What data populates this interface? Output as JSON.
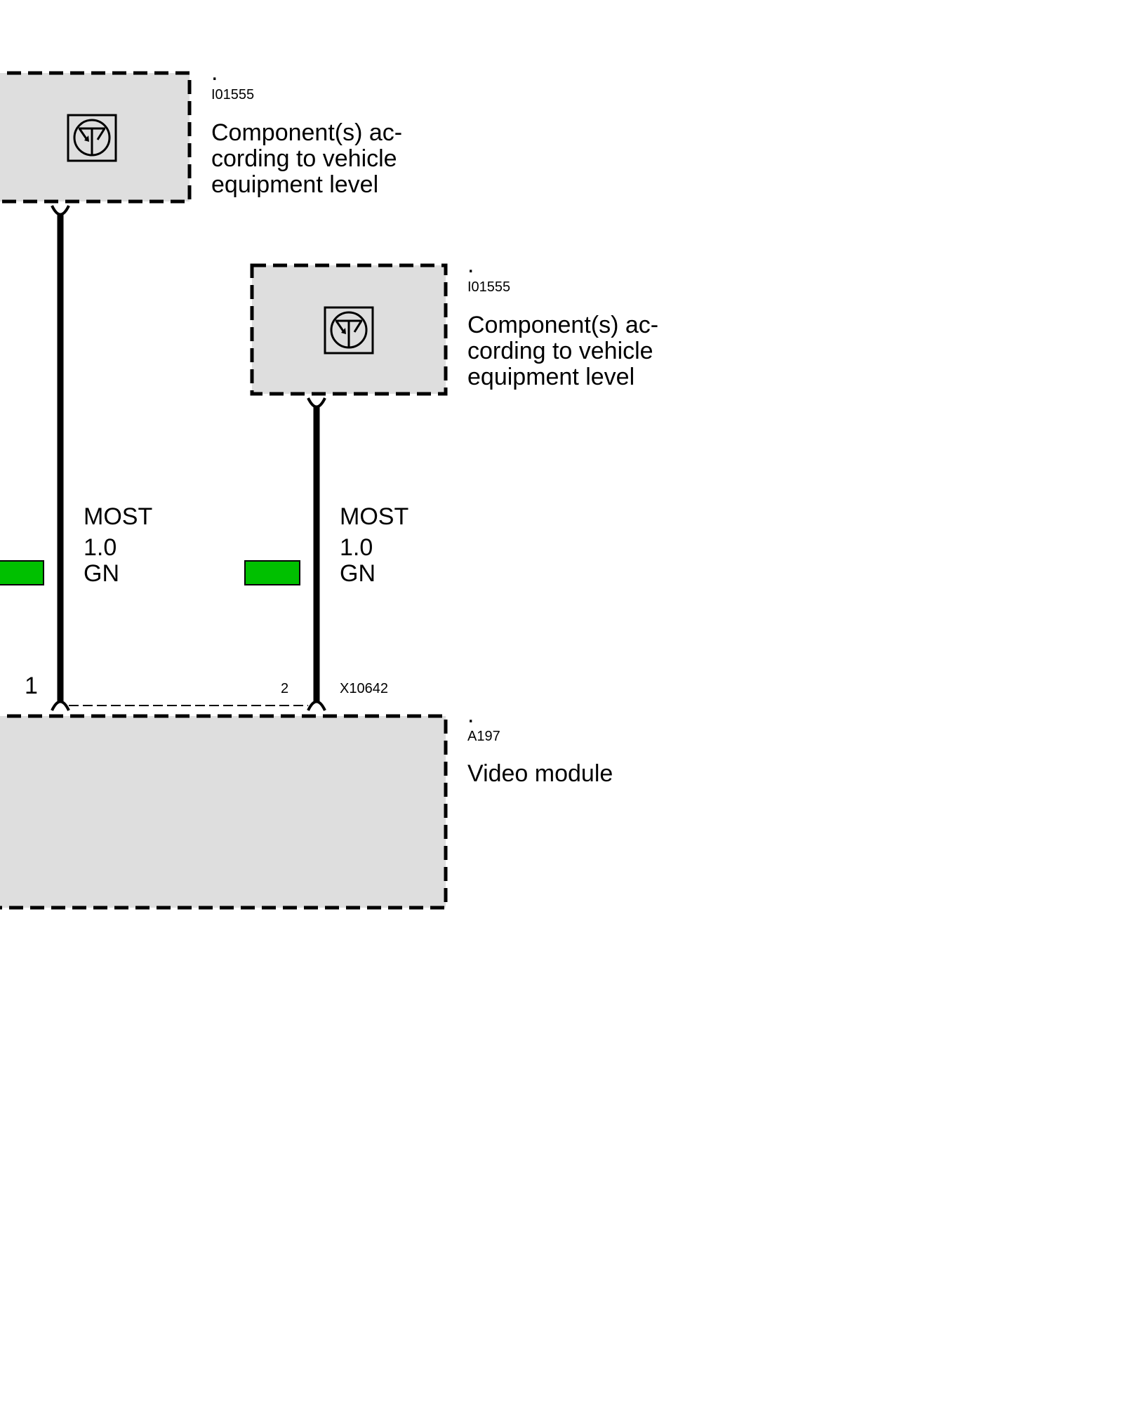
{
  "components": [
    {
      "dot": ".",
      "code": "I01555",
      "description": "Component(s) ac-\ncording to vehicle\nequipment level",
      "icon": "transistor-icon"
    },
    {
      "dot": ".",
      "code": "I01555",
      "description": "Component(s) ac-\ncording to vehicle\nequipment level",
      "icon": "transistor-icon"
    }
  ],
  "wires": [
    {
      "signal": "MOST",
      "size": "1.0",
      "color_code": "GN",
      "color_hex": "#00c000"
    },
    {
      "signal": "MOST",
      "size": "1.0",
      "color_code": "GN",
      "color_hex": "#00c000"
    }
  ],
  "connector": {
    "id": "X10642",
    "pins": [
      "1",
      "2"
    ]
  },
  "module": {
    "dot": ".",
    "code": "A197",
    "name": "Video module"
  },
  "colors": {
    "box_fill": "#dedede",
    "line": "#000000",
    "wire_green": "#00c000"
  }
}
